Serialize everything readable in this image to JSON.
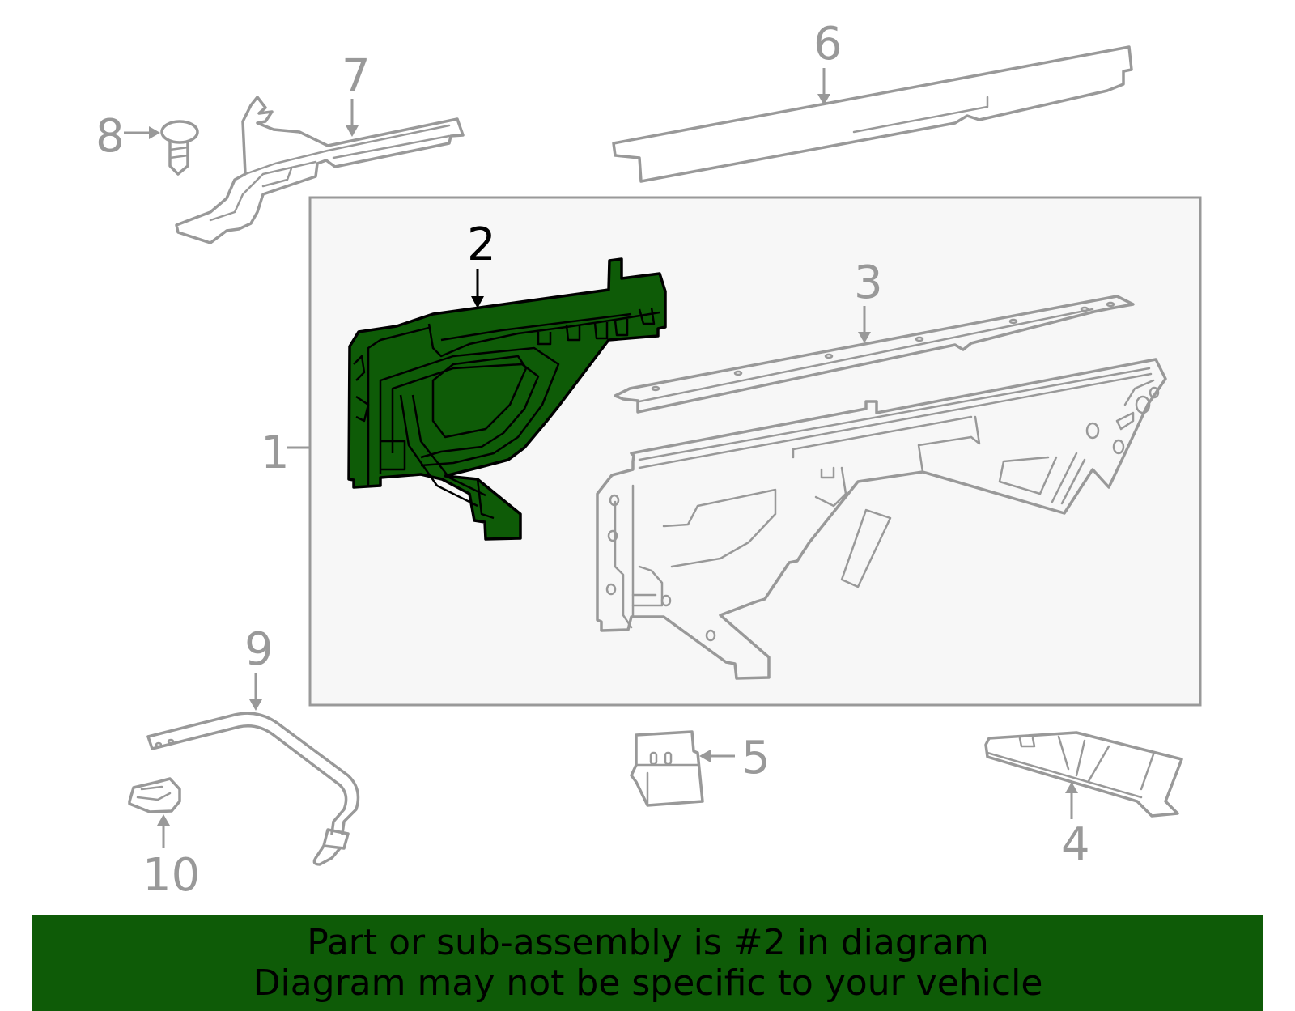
{
  "diagram": {
    "callouts": {
      "c1": "1",
      "c2": "2",
      "c3": "3",
      "c4": "4",
      "c5": "5",
      "c6": "6",
      "c7": "7",
      "c8": "8",
      "c9": "9",
      "c10": "10"
    },
    "highlighted_part": "2",
    "colors": {
      "highlight": "#0e5b07",
      "line": "#999999",
      "assembly_box_fill": "#f7f7f7",
      "banner": "#0e5b07"
    }
  },
  "banner": {
    "line1": "Part or sub-assembly is #2 in diagram",
    "line2": "Diagram may not be specific to your vehicle"
  }
}
